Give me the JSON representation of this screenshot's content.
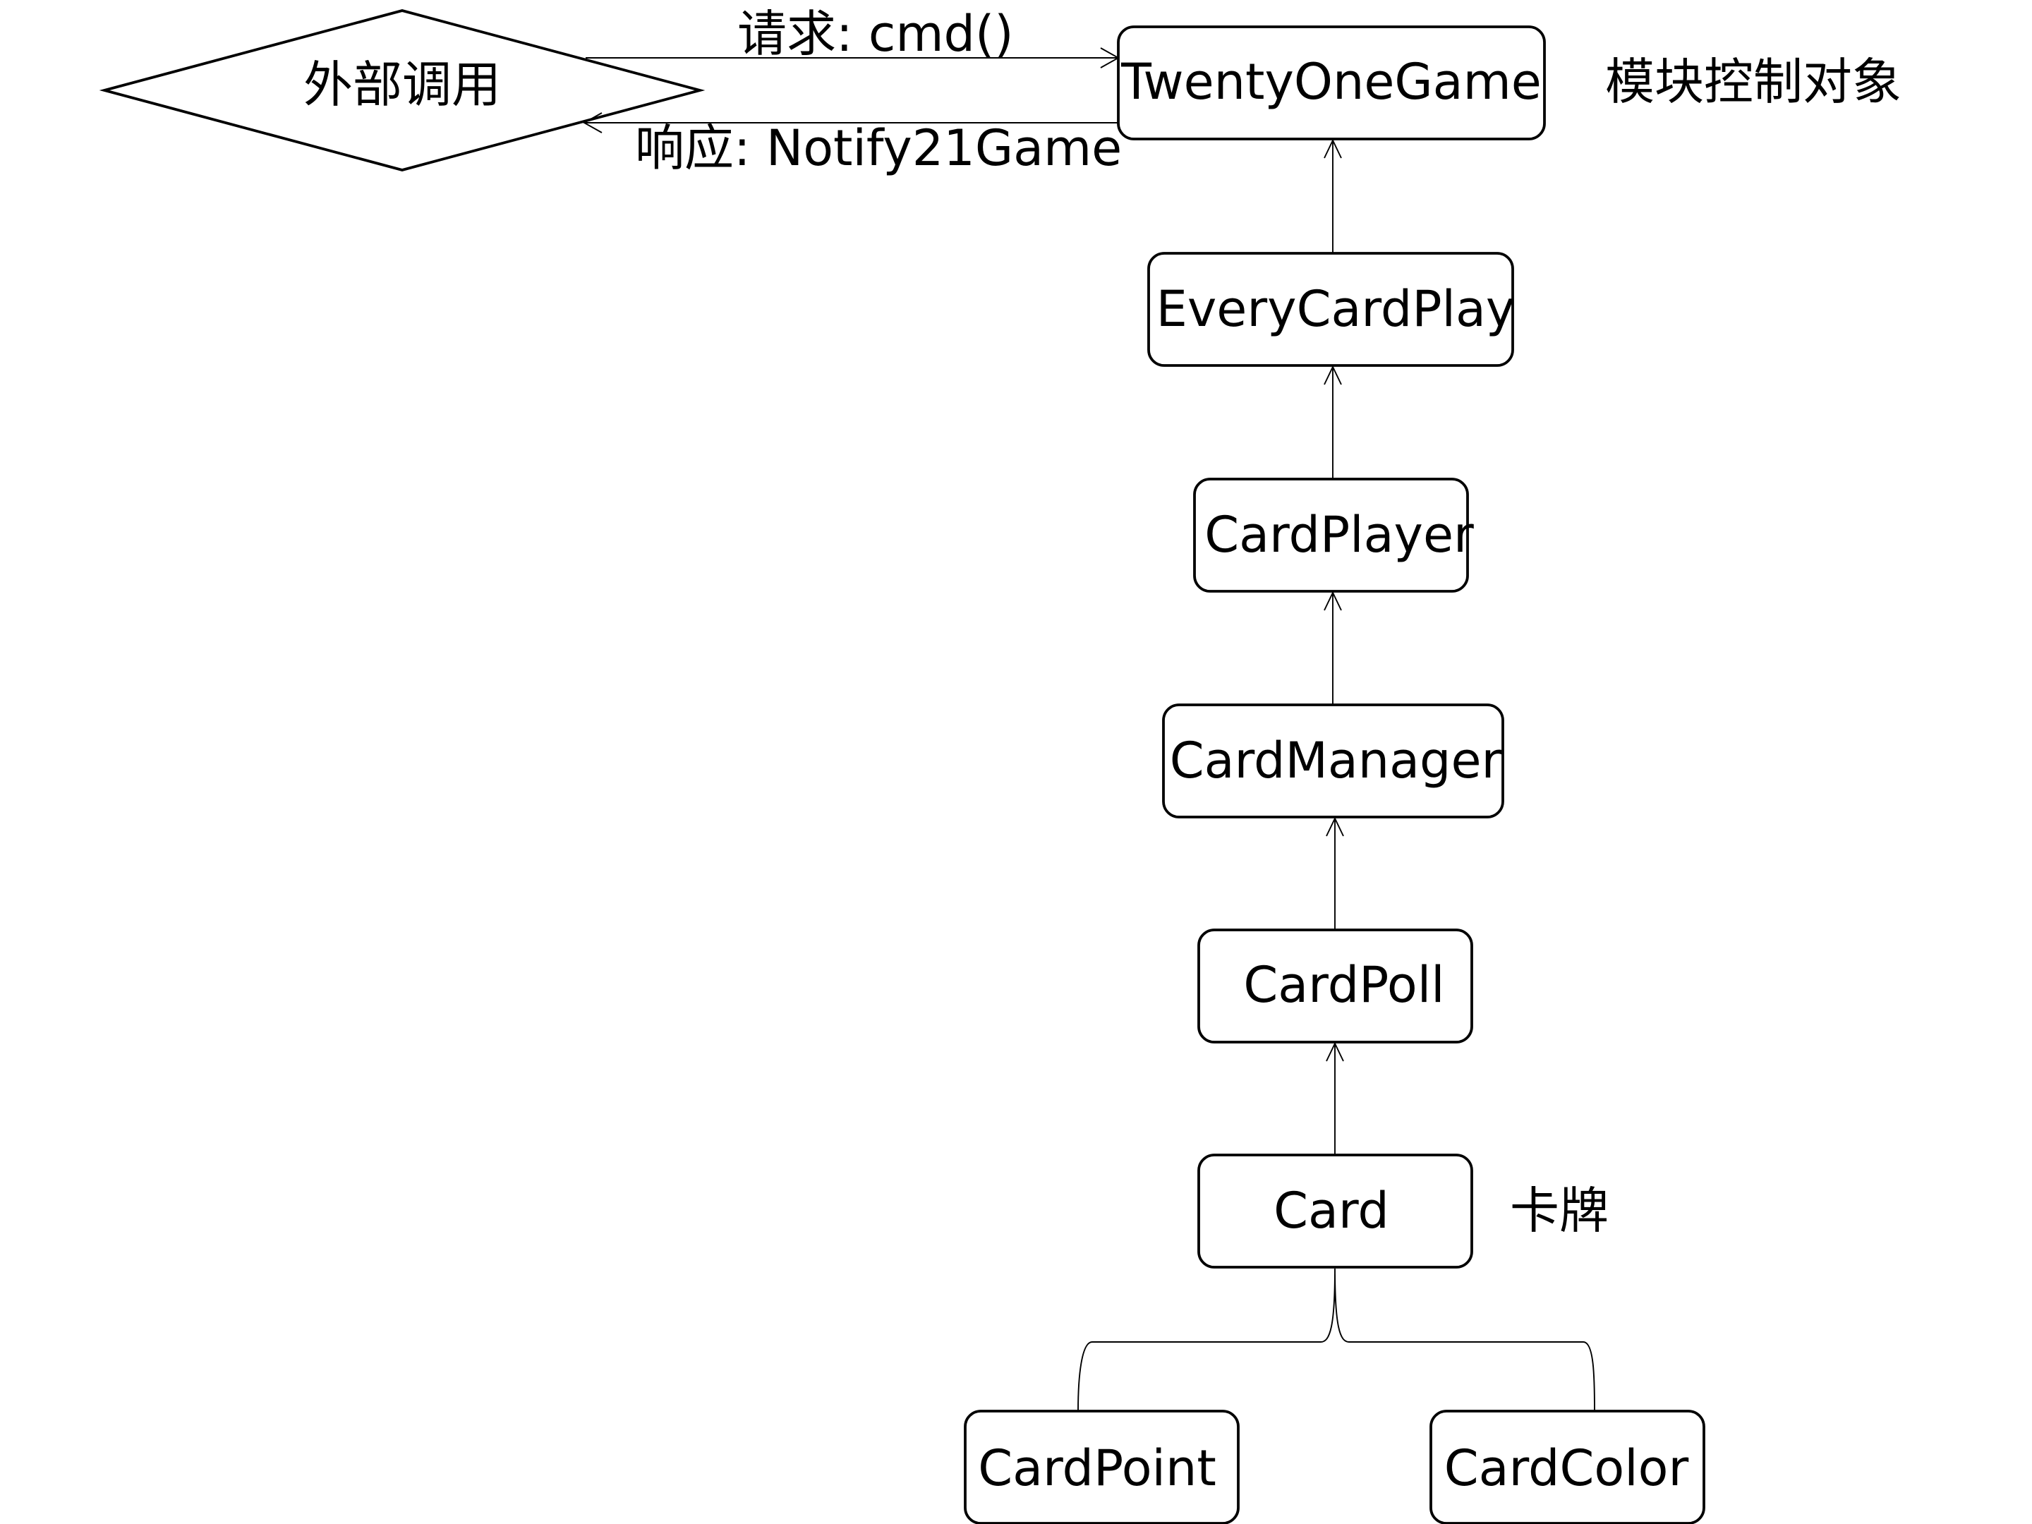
{
  "diagram": {
    "external": {
      "label": "外部调用"
    },
    "request_label": "请求: cmd()",
    "response_label": "响应: Notify21Game",
    "module_note": "模块控制对象",
    "card_note": "卡牌",
    "nodes": {
      "twentyonegame": "TwentyOneGame",
      "everycardplay": "EveryCardPlay",
      "cardplayer": "CardPlayer",
      "cardmanager": "CardManager",
      "cardpoll": "CardPoll",
      "card": "Card",
      "cardpoint": "CardPoint",
      "cardcolor": "CardColor"
    }
  }
}
